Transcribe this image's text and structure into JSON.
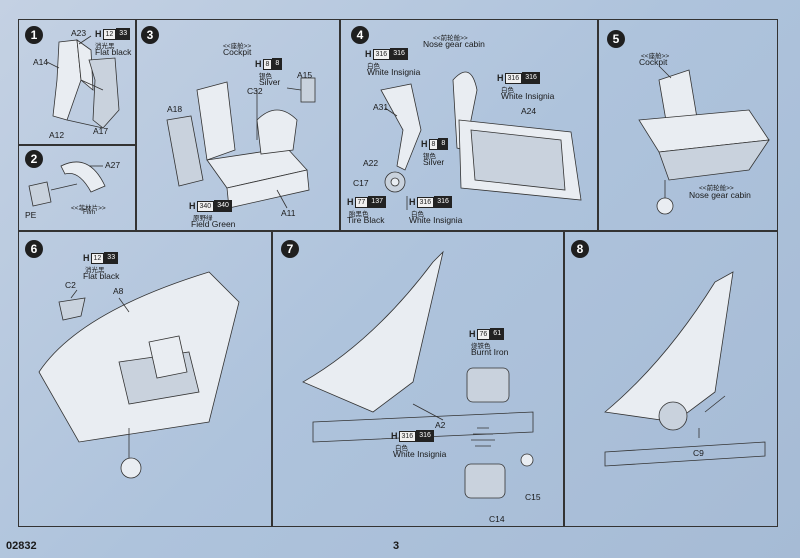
{
  "footer": {
    "code": "02832",
    "page": "3"
  },
  "paints": [
    {
      "h": "H",
      "c1": "12",
      "c2": "33",
      "cn": "消光黑",
      "en": "Flat black"
    },
    {
      "h": "H",
      "c1": "8",
      "c2": "8",
      "cn": "银色",
      "en": "Silver"
    },
    {
      "h": "H",
      "c1": "340",
      "c2": "340",
      "cn": "原野绿",
      "en": "Field Green"
    },
    {
      "h": "H",
      "c1": "316",
      "c2": "316",
      "cn": "白色",
      "en": "White Insignia"
    },
    {
      "h": "H",
      "c1": "77",
      "c2": "137",
      "cn": "胎黑色",
      "en": "Tire Black"
    },
    {
      "h": "H",
      "c1": "76",
      "c2": "61",
      "cn": "烧铁色",
      "en": "Burnt Iron"
    }
  ],
  "steps": {
    "s1": {
      "num": "1",
      "parts": [
        "A23",
        "A14",
        "A12",
        "A17"
      ]
    },
    "s2": {
      "num": "2",
      "parts": [
        "A27",
        "PE"
      ],
      "film_cn": "<<菲林片>>",
      "film_en": "Film"
    },
    "s3": {
      "num": "3",
      "title_cn": "<<座舱>>",
      "title_en": "Cockpit",
      "parts": [
        "A15",
        "C32",
        "A18",
        "A11"
      ]
    },
    "s4": {
      "num": "4",
      "title_cn": "<<前轮舱>>",
      "title_en": "Nose gear cabin",
      "parts": [
        "A31",
        "A24",
        "A22",
        "C17"
      ]
    },
    "s5": {
      "num": "5",
      "cockpit_cn": "<<座舱>>",
      "cockpit_en": "Cockpit",
      "cabin_cn": "<<前轮舱>>",
      "cabin_en": "Nose gear cabin"
    },
    "s6": {
      "num": "6",
      "parts": [
        "C2",
        "A8"
      ]
    },
    "s7": {
      "num": "7",
      "parts": [
        "A2",
        "C15",
        "C14"
      ]
    },
    "s8": {
      "num": "8",
      "parts": [
        "C9"
      ]
    }
  }
}
